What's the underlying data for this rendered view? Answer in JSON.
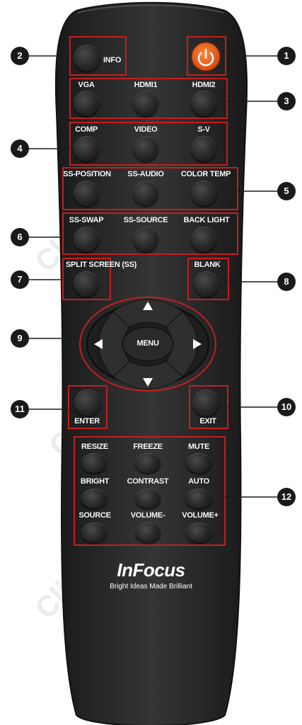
{
  "remote": {
    "brand": "InFocus",
    "tagline": "Bright Ideas Made Brilliant",
    "buttons": {
      "info": "INFO",
      "vga": "VGA",
      "hdmi1": "HDMI1",
      "hdmi2": "HDMI2",
      "comp": "COMP",
      "video": "VIDEO",
      "sv": "S-V",
      "ss_position": "SS-POSITION",
      "ss_audio": "SS-AUDIO",
      "color_temp": "COLOR TEMP",
      "ss_swap": "SS-SWAP",
      "ss_source": "SS-SOURCE",
      "back_light": "BACK LIGHT",
      "split_screen": "SPLIT SCREEN (SS)",
      "blank": "BLANK",
      "menu": "MENU",
      "enter": "ENTER",
      "exit": "EXIT",
      "resize": "RESIZE",
      "freeze": "FREEZE",
      "mute": "MUTE",
      "bright": "BRIGHT",
      "contrast": "CONTRAST",
      "auto": "AUTO",
      "source": "SOURCE",
      "volume_minus": "VOLUME-",
      "volume_plus": "VOLUME+"
    },
    "colors": {
      "body": "#2a2a2a",
      "highlight": "#c21f1f",
      "power": "#f26522"
    }
  },
  "callouts": [
    "1",
    "2",
    "3",
    "4",
    "5",
    "6",
    "7",
    "8",
    "9",
    "10",
    "11",
    "12"
  ],
  "watermark": "ClickPDU.ru"
}
